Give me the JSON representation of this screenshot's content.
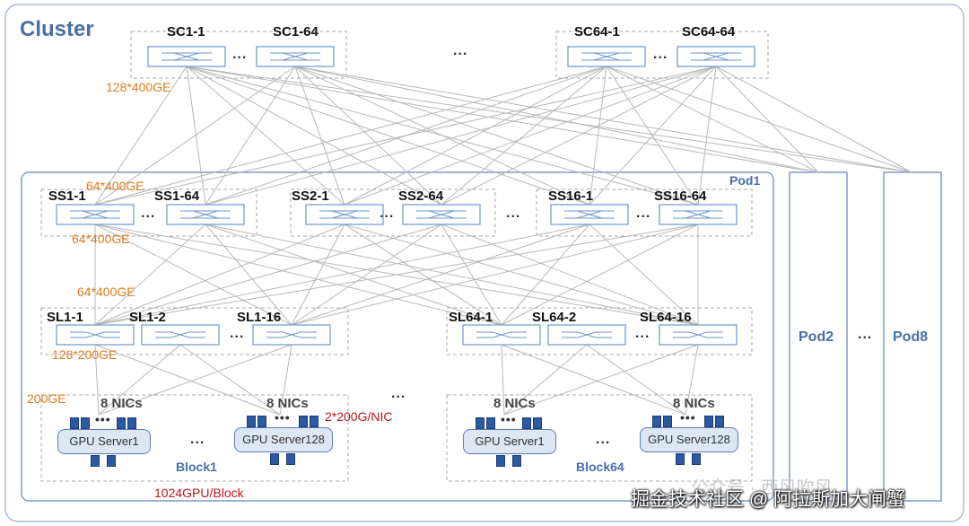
{
  "cluster_label": "Cluster",
  "pod1_label": "Pod1",
  "pod2_label": "Pod2",
  "pod8_label": "Pod8",
  "spine_core": {
    "left": [
      "SC1-1",
      "SC1-64"
    ],
    "right": [
      "SC64-1",
      "SC64-64"
    ],
    "link_label": "128*400GE"
  },
  "spine_switches": [
    {
      "names": [
        "SS1-1",
        "SS1-64"
      ]
    },
    {
      "names": [
        "SS2-1",
        "SS2-64"
      ]
    },
    {
      "names": [
        "SS16-1",
        "SS16-64"
      ]
    }
  ],
  "ss_up_label": "64*400GE",
  "ss_down_label": "64*400GE",
  "sl_up_label": "64*400GE",
  "leaf_left": [
    "SL1-1",
    "SL1-2",
    "SL1-16"
  ],
  "leaf_right": [
    "SL64-1",
    "SL64-2",
    "SL64-16"
  ],
  "sl_down_label": "128*200GE",
  "server_link_label": "200GE",
  "nic_label": "8 NICs",
  "nic_speed_label": "2*200G/NIC",
  "block1": {
    "server_first": "GPU Server1",
    "server_last": "GPU Server128",
    "name": "Block1"
  },
  "block64": {
    "server_first": "GPU Server1",
    "server_last": "GPU Server128",
    "name": "Block64"
  },
  "gpu_per_block": "1024GPU/Block",
  "ellipsis": "...",
  "watermark_text": "公众号 · 西风吹风",
  "footer_text": "掘金技术社区 @ 阿拉斯加大闸蟹"
}
